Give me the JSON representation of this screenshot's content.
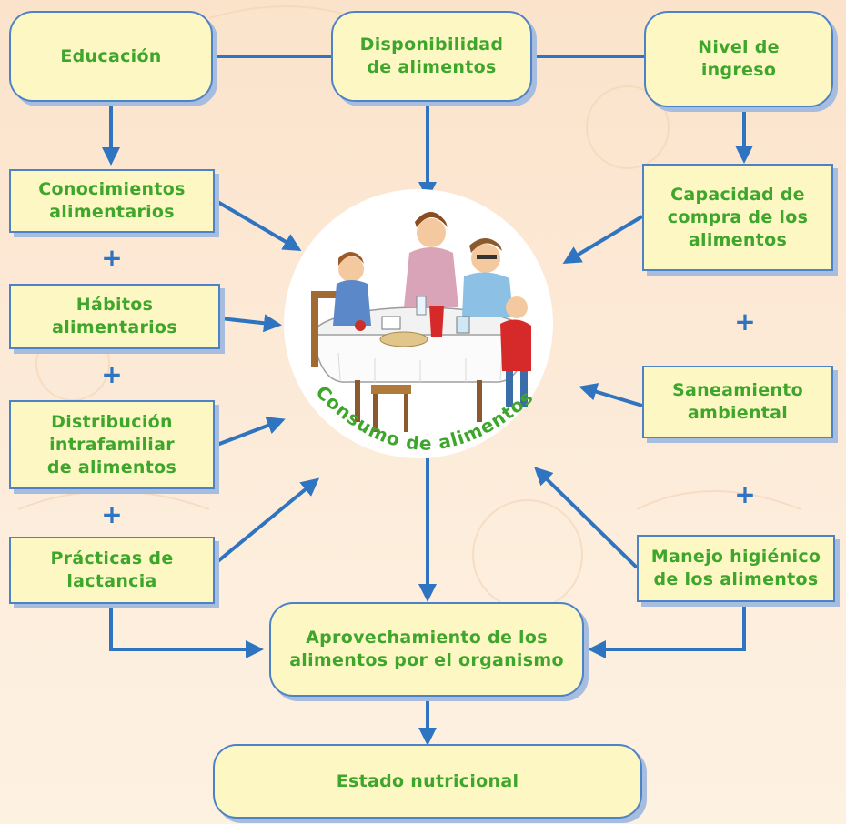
{
  "boxes": {
    "educacion": "Educación",
    "disponibilidad": "Disponibilidad\nde alimentos",
    "nivel_ingreso": "Nivel de\ningreso",
    "conocimientos": "Conocimientos\nalimentarios",
    "habitos": "Hábitos\nalimentarios",
    "distribucion": "Distribución\nintrafamiliar\nde alimentos",
    "practicas": "Prácticas de\nlactancia",
    "capacidad": "Capacidad de\ncompra de los\nalimentos",
    "saneamiento": "Saneamiento\nambiental",
    "manejo": "Manejo higiénico\nde los alimentos",
    "aprovechamiento": "Aprovechamiento de los\nalimentos por el organismo",
    "estado": "Estado nutricional"
  },
  "center_label": "Consumo de alimentos",
  "plus_sign": "+",
  "colors": {
    "box_fill": "#fdf7c4",
    "box_border": "#4d83c4",
    "text_green": "#3fa62c",
    "arrow_blue": "#2f74c0"
  },
  "icons": [
    "family-eating-illustration"
  ]
}
